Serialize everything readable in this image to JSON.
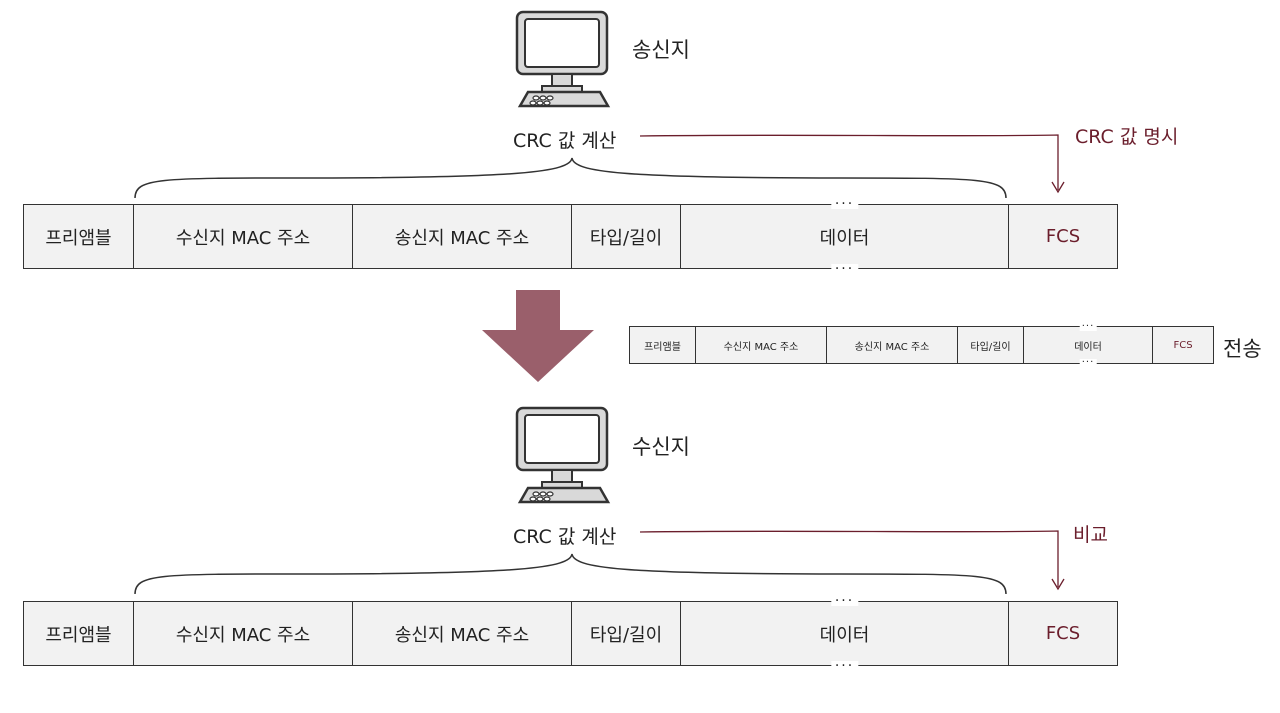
{
  "colors": {
    "accent": "#6b1e2c",
    "arrow": "#9a5f6b",
    "cell_bg": "#f2f2f2"
  },
  "sender": {
    "label": "송신지",
    "calc_label": "CRC 값 계산",
    "arrow_label": "CRC 값 명시",
    "frame": [
      "프리앰블",
      "수신지 MAC 주소",
      "송신지 MAC 주소",
      "타입/길이",
      "데이터",
      "FCS"
    ],
    "dots": "···"
  },
  "transfer": {
    "label": "전송",
    "frame": [
      "프리앰블",
      "수신지 MAC 주소",
      "송신지 MAC 주소",
      "타입/길이",
      "데이터",
      "FCS"
    ],
    "dots": "···"
  },
  "receiver": {
    "label": "수신지",
    "calc_label": "CRC 값 계산",
    "arrow_label": "비교",
    "frame": [
      "프리앰블",
      "수신지 MAC 주소",
      "송신지 MAC 주소",
      "타입/길이",
      "데이터",
      "FCS"
    ],
    "dots": "···"
  }
}
